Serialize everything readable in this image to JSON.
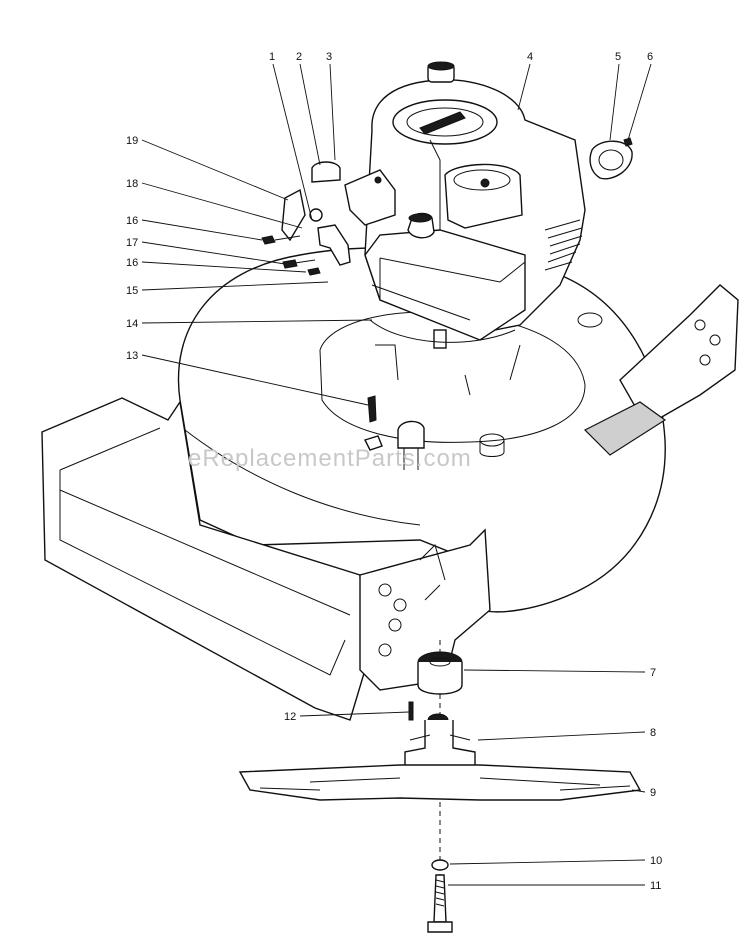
{
  "watermark": "eReplacementParts.com",
  "callouts": [
    {
      "id": "1",
      "label": "1"
    },
    {
      "id": "2",
      "label": "2"
    },
    {
      "id": "3",
      "label": "3"
    },
    {
      "id": "4",
      "label": "4"
    },
    {
      "id": "5",
      "label": "5"
    },
    {
      "id": "6",
      "label": "6"
    },
    {
      "id": "7",
      "label": "7"
    },
    {
      "id": "8",
      "label": "8"
    },
    {
      "id": "9",
      "label": "9"
    },
    {
      "id": "10",
      "label": "10"
    },
    {
      "id": "11",
      "label": "11"
    },
    {
      "id": "12",
      "label": "12"
    },
    {
      "id": "13",
      "label": "13"
    },
    {
      "id": "14",
      "label": "14"
    },
    {
      "id": "15",
      "label": "15"
    },
    {
      "id": "16a",
      "label": "16"
    },
    {
      "id": "16b",
      "label": "16"
    },
    {
      "id": "17",
      "label": "17"
    },
    {
      "id": "18",
      "label": "18"
    },
    {
      "id": "19",
      "label": "19"
    }
  ]
}
